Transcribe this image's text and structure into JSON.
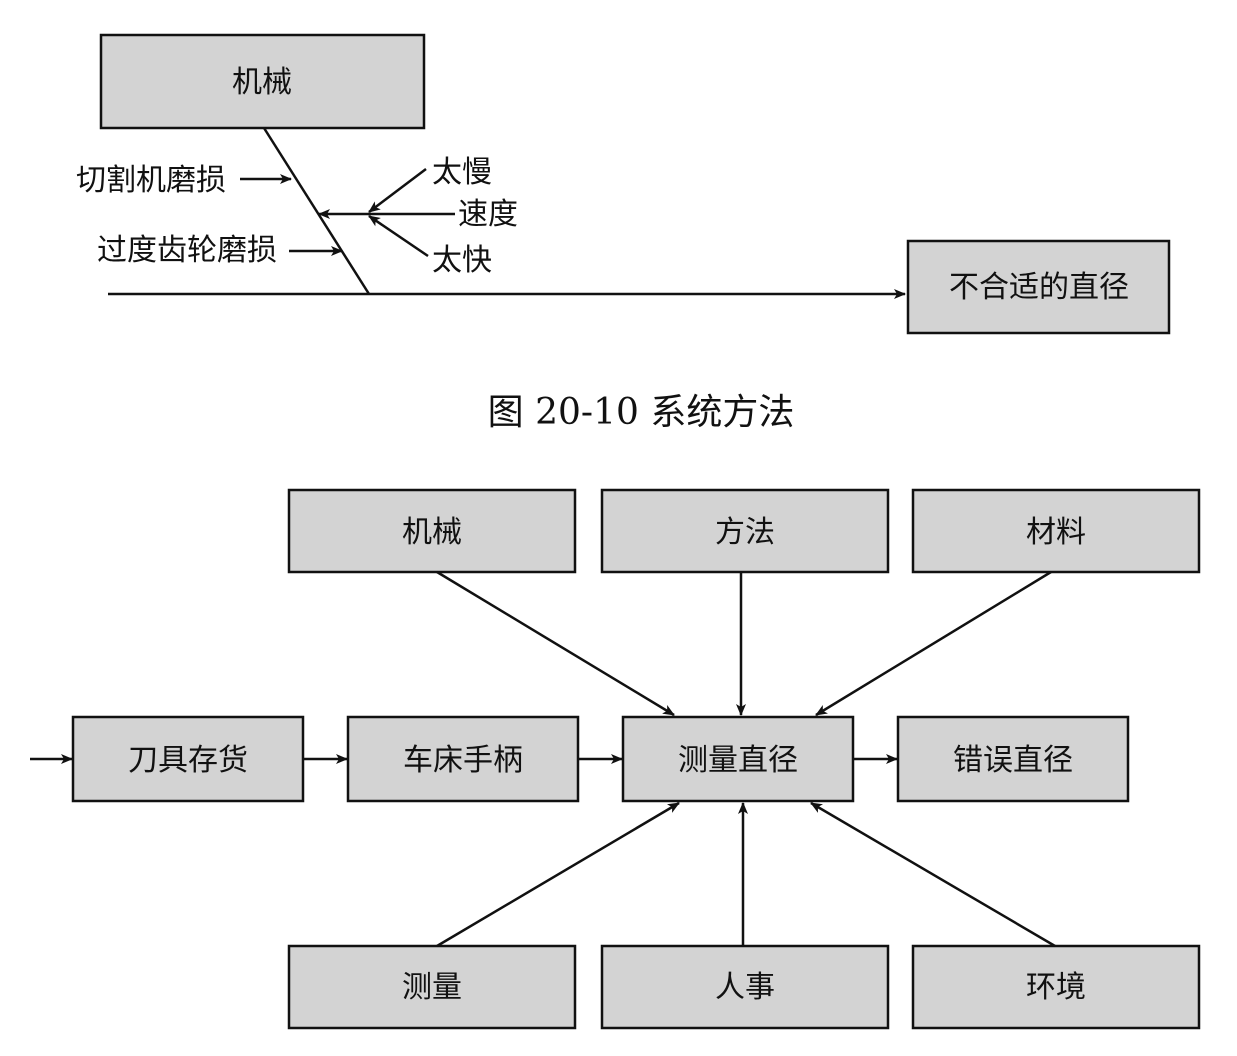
{
  "fishbone": {
    "category": "机械",
    "effect": "不合适的直径",
    "causes": {
      "cutter_wear": "切割机磨损",
      "gear_wear": "过度齿轮磨损",
      "speed": "速度",
      "too_slow": "太慢",
      "too_fast": "太快"
    }
  },
  "caption": "图 20-10  系统方法",
  "system": {
    "top": [
      "机械",
      "方法",
      "材料"
    ],
    "chain": [
      "刀具存货",
      "车床手柄",
      "测量直径",
      "错误直径"
    ],
    "bottom": [
      "测量",
      "人事",
      "环境"
    ]
  }
}
